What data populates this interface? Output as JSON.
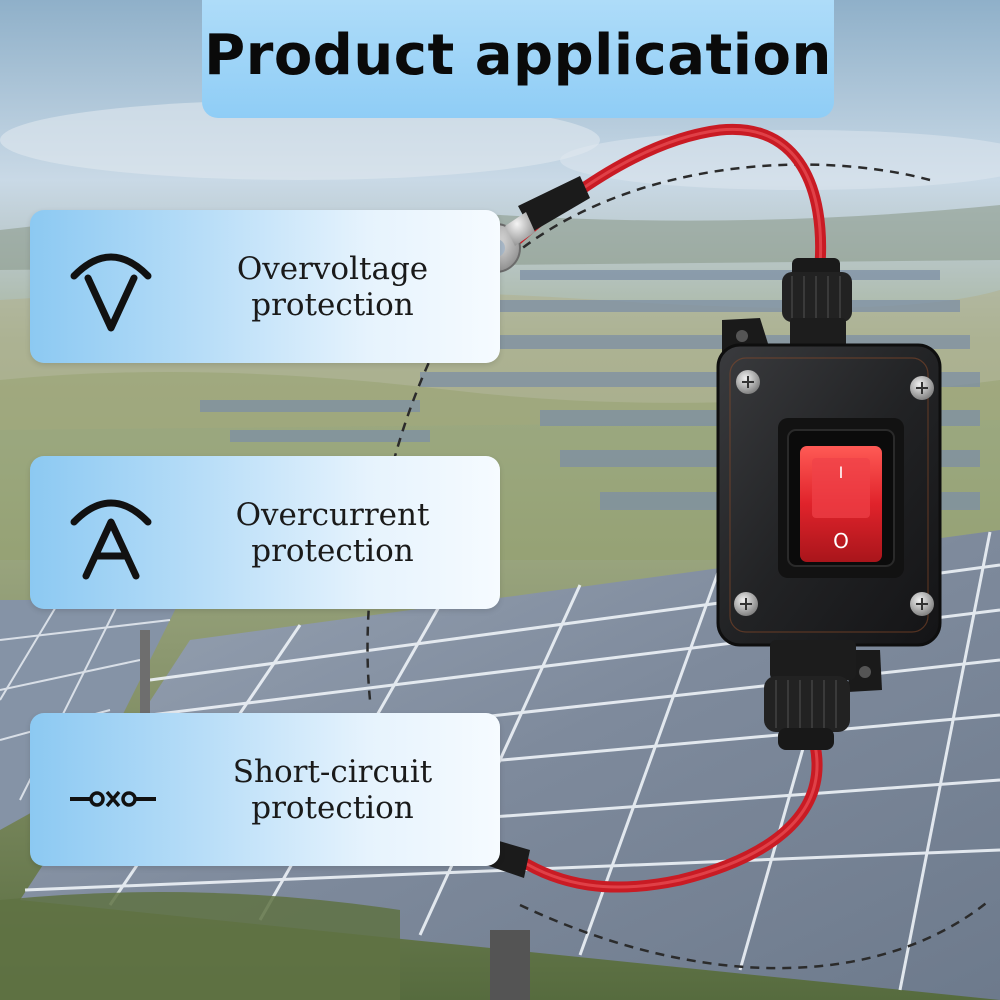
{
  "title": "Product application",
  "features": [
    {
      "icon": "overvoltage-v-icon",
      "line1": "Overvoltage",
      "line2": "protection"
    },
    {
      "icon": "overcurrent-a-icon",
      "line1": "Overcurrent",
      "line2": "protection"
    },
    {
      "icon": "short-circuit-icon",
      "line1": "Short-circuit",
      "line2": "protection"
    }
  ],
  "colors": {
    "banner": "#8fcdf6",
    "cable_red": "#d9202a",
    "switch_red": "#e0232b",
    "housing": "#1e1e20"
  },
  "switch_markings": {
    "on": "I",
    "off": "O"
  }
}
